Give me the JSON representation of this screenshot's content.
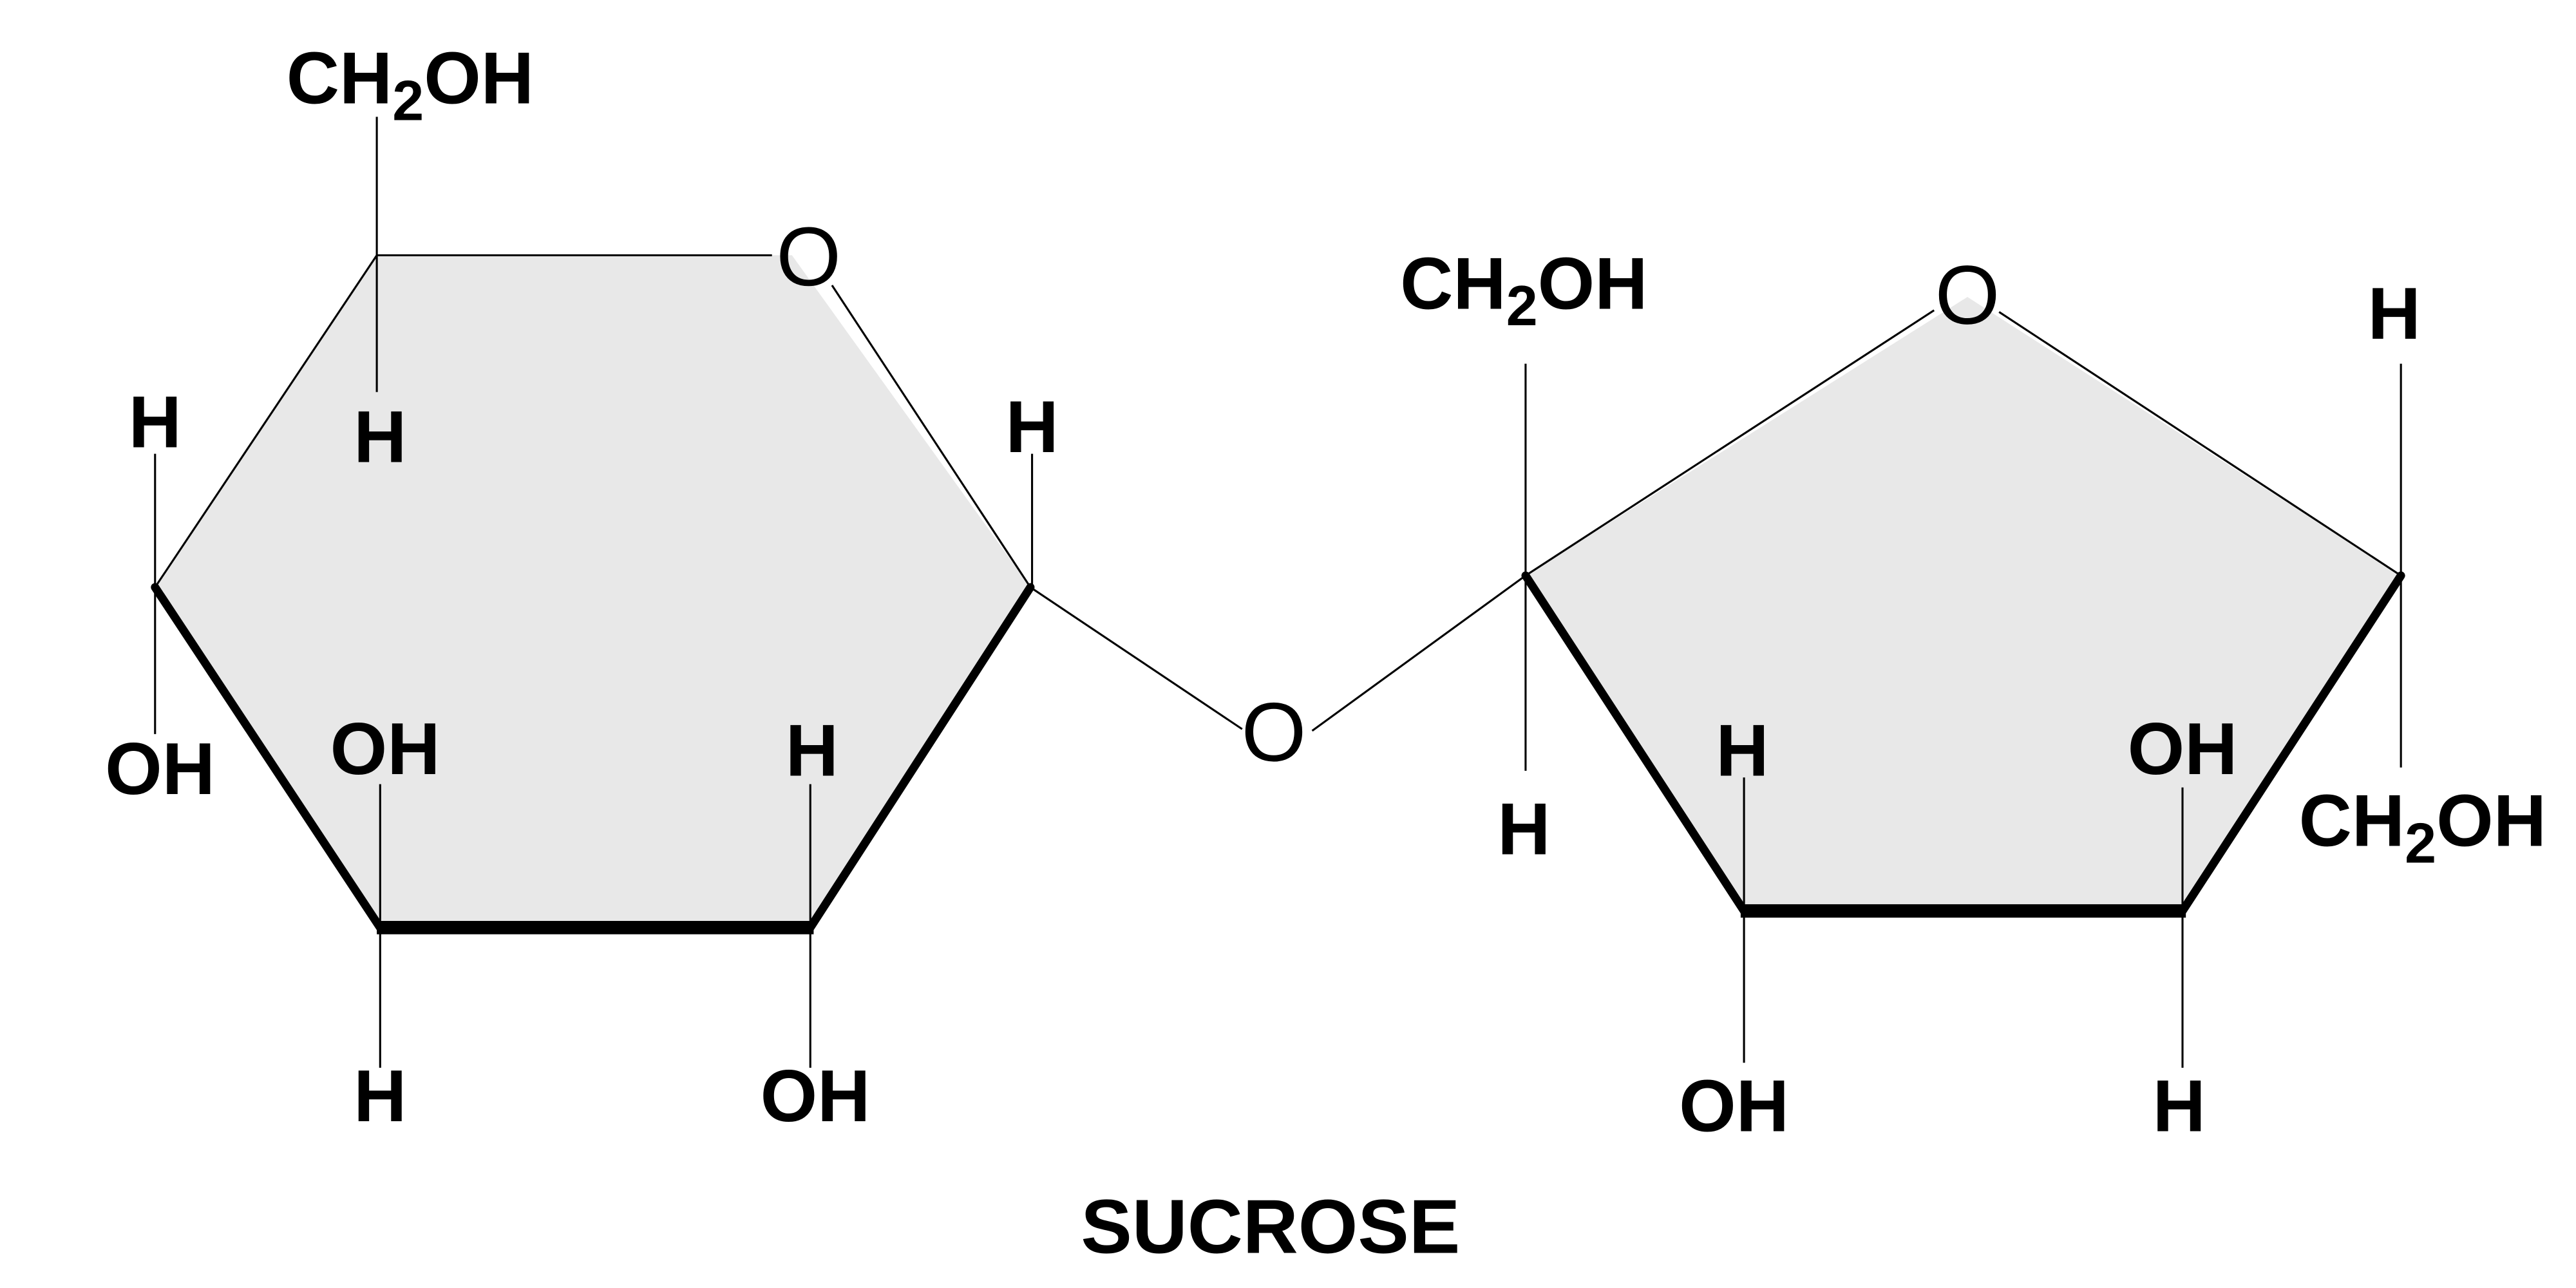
{
  "title": "SUCROSE",
  "colors": {
    "ring_fill": "#e8e8e8",
    "line": "#000000"
  },
  "glucose": {
    "ring_oxygen": "O",
    "c5_up": "CH2OH",
    "c5_down": "H",
    "c4_up": "H",
    "c4_down": "OH",
    "c3_up": "OH",
    "c3_down": "H",
    "c2_up": "H",
    "c2_down": "OH",
    "c1_up": "H"
  },
  "glycosidic_oxygen": "O",
  "fructose": {
    "ring_oxygen": "O",
    "c2_up": "CH2OH",
    "c2_down": "H",
    "c3_up": "H",
    "c3_down": "OH",
    "c4_up": "OH",
    "c4_down": "H",
    "c5_up": "H",
    "c5_down": "CH2OH"
  }
}
